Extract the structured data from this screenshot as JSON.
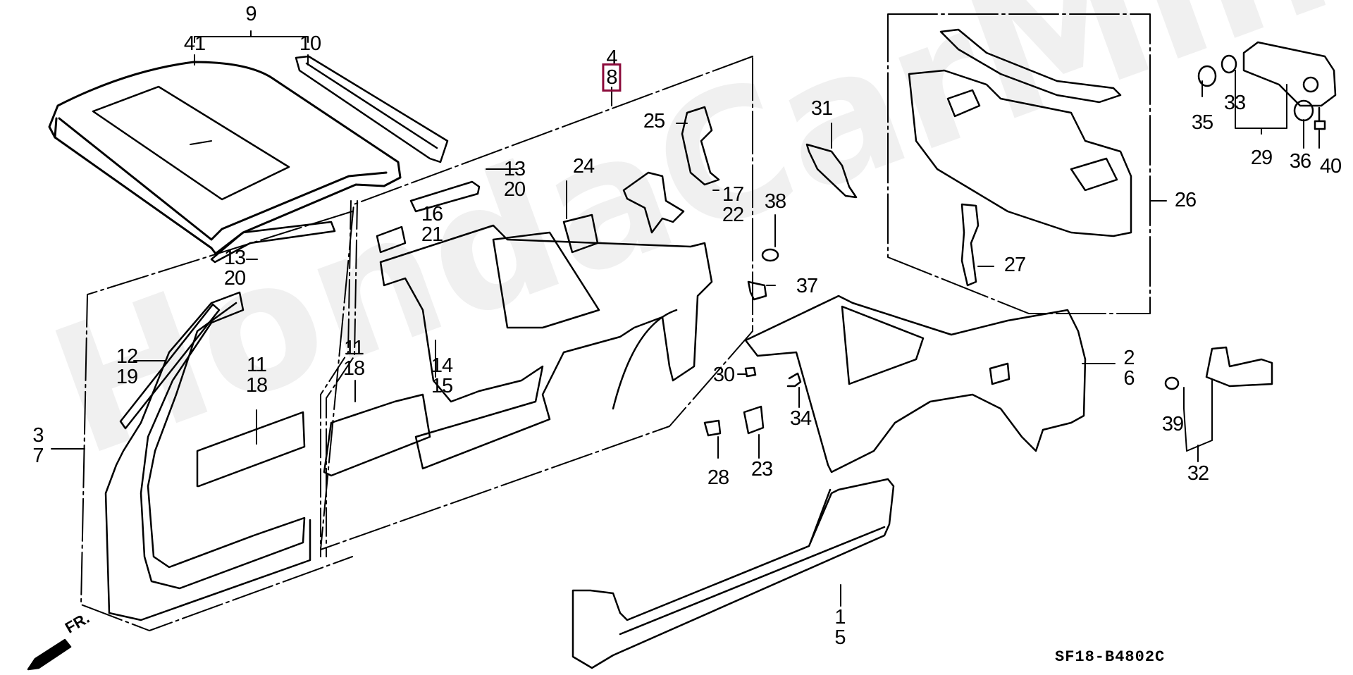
{
  "diagram": {
    "diagram_code": "SF18-B4802C",
    "front_indicator": "FR.",
    "watermark": "HondaCarMine.ru",
    "highlight_color": "#8b0a3a",
    "highlighted_part": "8",
    "callouts": [
      {
        "id": "c9",
        "lines": [
          "9"
        ]
      },
      {
        "id": "c41",
        "lines": [
          "41"
        ]
      },
      {
        "id": "c10",
        "lines": [
          "10"
        ]
      },
      {
        "id": "c4",
        "lines": [
          "4"
        ]
      },
      {
        "id": "c8",
        "lines": [
          "8"
        ],
        "highlighted": true
      },
      {
        "id": "c25",
        "lines": [
          "25"
        ]
      },
      {
        "id": "c13a",
        "lines": [
          "13",
          "20"
        ]
      },
      {
        "id": "c24",
        "lines": [
          "24"
        ]
      },
      {
        "id": "c17",
        "lines": [
          "17",
          "22"
        ]
      },
      {
        "id": "c16",
        "lines": [
          "16",
          "21"
        ]
      },
      {
        "id": "c13b",
        "lines": [
          "13",
          "20"
        ]
      },
      {
        "id": "c31",
        "lines": [
          "31"
        ]
      },
      {
        "id": "c38",
        "lines": [
          "38"
        ]
      },
      {
        "id": "c37",
        "lines": [
          "37"
        ]
      },
      {
        "id": "c26",
        "lines": [
          "26"
        ]
      },
      {
        "id": "c27",
        "lines": [
          "27"
        ]
      },
      {
        "id": "c35",
        "lines": [
          "35"
        ]
      },
      {
        "id": "c33",
        "lines": [
          "33"
        ]
      },
      {
        "id": "c29",
        "lines": [
          "29"
        ]
      },
      {
        "id": "c36",
        "lines": [
          "36"
        ]
      },
      {
        "id": "c40",
        "lines": [
          "40"
        ]
      },
      {
        "id": "c12",
        "lines": [
          "12",
          "19"
        ]
      },
      {
        "id": "c11a",
        "lines": [
          "11",
          "18"
        ]
      },
      {
        "id": "c11b",
        "lines": [
          "11",
          "18"
        ]
      },
      {
        "id": "c14",
        "lines": [
          "14",
          "15"
        ]
      },
      {
        "id": "c3",
        "lines": [
          "3",
          "7"
        ]
      },
      {
        "id": "c2",
        "lines": [
          "2",
          "6"
        ]
      },
      {
        "id": "c30",
        "lines": [
          "30"
        ]
      },
      {
        "id": "c34",
        "lines": [
          "34"
        ]
      },
      {
        "id": "c28",
        "lines": [
          "28"
        ]
      },
      {
        "id": "c23",
        "lines": [
          "23"
        ]
      },
      {
        "id": "c39",
        "lines": [
          "39"
        ]
      },
      {
        "id": "c32",
        "lines": [
          "32"
        ]
      },
      {
        "id": "c1",
        "lines": [
          "1",
          "5"
        ]
      }
    ]
  }
}
